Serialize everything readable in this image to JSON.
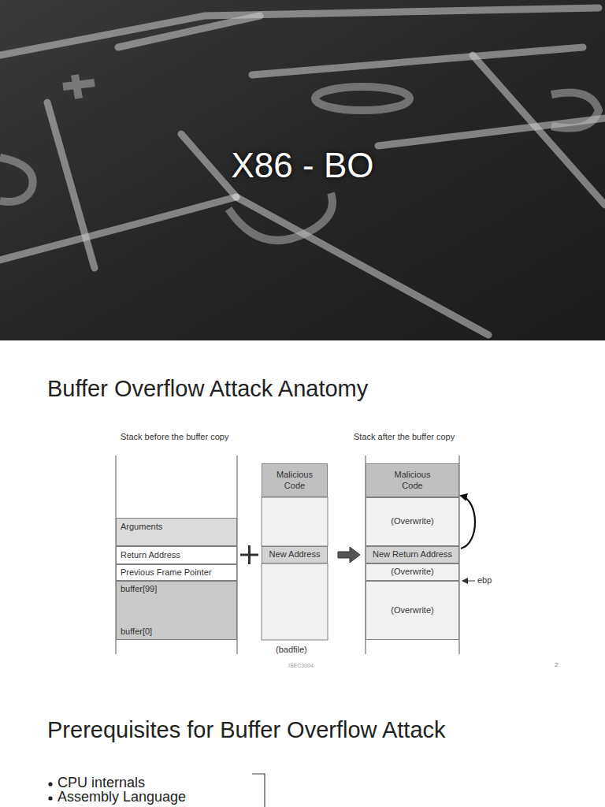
{
  "diagram": {
    "title": "X86 - BO",
    "nodes": [
      {
        "text": [
          "Arguments"
        ]
      },
      {
        "text": [
          "Return Address"
        ]
      },
      {
        "text": [
          "Previous Frame Pointer"
        ]
      },
      {
        "text": [
          "buffer[99]",
          "buffer[0]"
        ]
      },
      {
        "text": [
          "Malicious Code"
        ]
      },
      {
        "text": [
          "New Address"
        ]
      },
      {
        "text": [
          "Malicious Code"
        ]
      },
      {
        "text": [
          "(Overwrite)"
        ]
      },
      {
        "text": [
          "New Return Address"
        ]
      },
      {
        "text": [
          "(Overwrite)"
        ]
      },
      {
        "text": [
          "(Overwrite)"
        ]
      }
    ],
    "edges": [
      {
        "from": 8,
        "to": 6,
        "arrow": "to"
      }
    ],
    "labels": [
      "Buffer Overflow Attack Anatomy",
      "Stack before the buffer copy",
      "Stack after the buffer copy",
      "(badfile)",
      "ebp",
      "ISEC3004",
      "2",
      "Prerequisites for Buffer Overflow Attack",
      "CPU internals",
      "Assembly Language"
    ]
  }
}
